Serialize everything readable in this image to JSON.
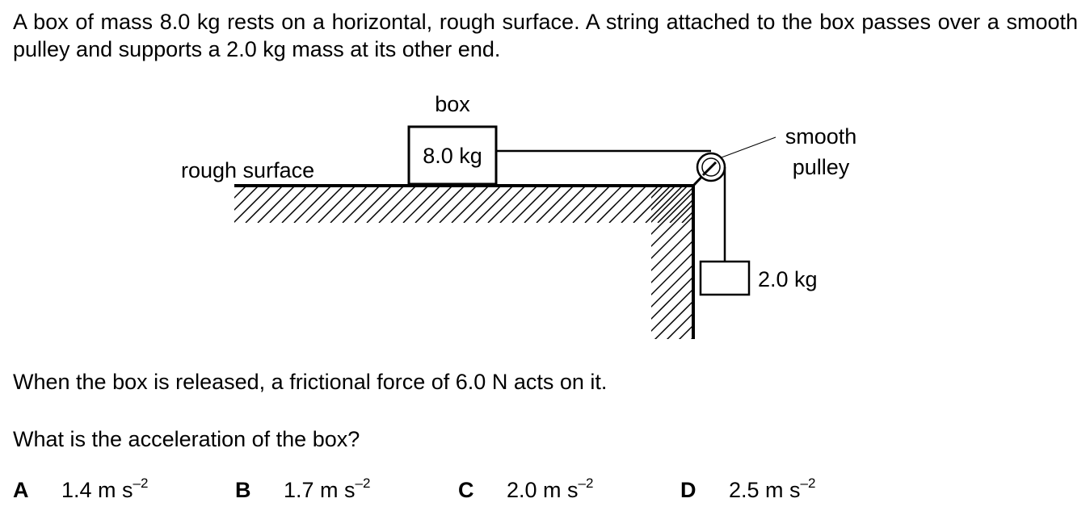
{
  "question": {
    "intro": "A box of mass 8.0 kg rests on a horizontal, rough surface. A string attached to the box passes over a smooth pulley and supports a 2.0 kg mass at its other end.",
    "released": "When the box is released, a frictional force of 6.0 N acts on it.",
    "prompt": "What is the acceleration of the box?"
  },
  "diagram": {
    "box_label": "box",
    "box_mass": "8.0 kg",
    "surface_label": "rough surface",
    "pulley_label_line1": "smooth",
    "pulley_label_line2": "pulley",
    "hanging_mass": "2.0 kg"
  },
  "options": [
    {
      "letter": "A",
      "value": "1.4 m s",
      "exponent": "–2"
    },
    {
      "letter": "B",
      "value": "1.7 m s",
      "exponent": "–2"
    },
    {
      "letter": "C",
      "value": "2.0 m s",
      "exponent": "–2"
    },
    {
      "letter": "D",
      "value": "2.5 m s",
      "exponent": "–2"
    }
  ]
}
